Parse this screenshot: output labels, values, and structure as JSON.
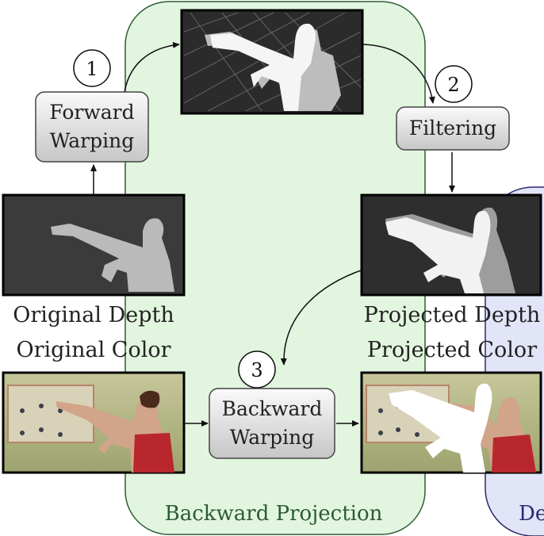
{
  "regions": {
    "backward_projection": "Backward Projection",
    "right_partial": "De"
  },
  "steps": [
    {
      "number": "1",
      "label_lines": [
        "Forward",
        "Warping"
      ]
    },
    {
      "number": "2",
      "label_lines": [
        "Filtering"
      ]
    },
    {
      "number": "3",
      "label_lines": [
        "Backward",
        "Warping"
      ]
    }
  ],
  "captions": {
    "original_depth": "Original Depth",
    "original_color": "Original Color",
    "projected_depth": "Projected Depth",
    "projected_color": "Projected Color"
  },
  "colors": {
    "green_region": "#e2f6df",
    "blue_region": "#e2e4f8",
    "box_fill_top": "#f4f4f4",
    "box_fill_bottom": "#c9c9c9"
  }
}
